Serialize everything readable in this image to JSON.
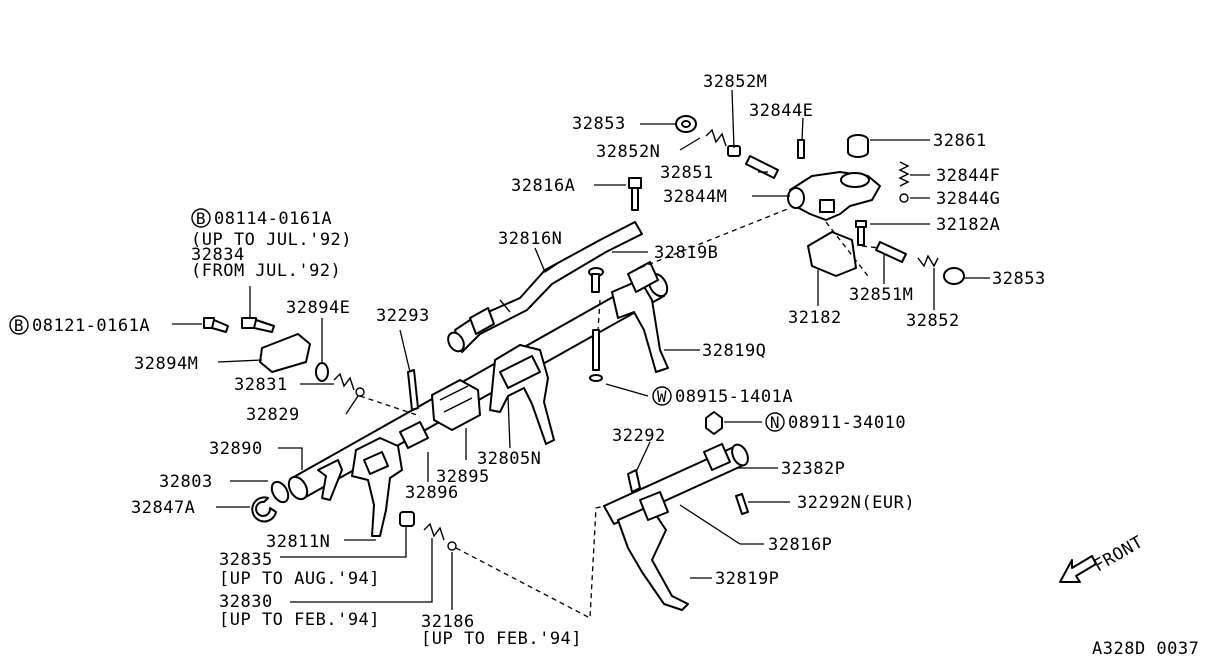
{
  "labels": {
    "p32852M": "32852M",
    "p32844E": "32844E",
    "p32853a": "32853",
    "p32861": "32861",
    "p32852N": "32852N",
    "p32844F": "32844F",
    "p32851": "32851",
    "p32816A": "32816A",
    "p32844M": "32844M",
    "p32844G": "32844G",
    "p32182A": "32182A",
    "p08114_code": "08114-0161A",
    "p08114_note": "(UP TO JUL.'92)",
    "p32834": "32834",
    "p32834_note": "(FROM JUL.'92)",
    "p32816N": "32816N",
    "p32819B": "32819B",
    "p32853b": "32853",
    "p32851M": "32851M",
    "p32182": "32182",
    "p32852": "32852",
    "p08121_code": "08121-0161A",
    "p32894E": "32894E",
    "p32293": "32293",
    "p32819Q": "32819Q",
    "p32894M": "32894M",
    "p32831": "32831",
    "p08915_code": "08915-1401A",
    "p32829": "32829",
    "p32292": "32292",
    "p08911_code": "08911-34010",
    "p32890": "32890",
    "p32805N": "32805N",
    "p32382P": "32382P",
    "p32803": "32803",
    "p32895": "32895",
    "p32847A": "32847A",
    "p32896": "32896",
    "p32292N": "32292N(EUR)",
    "p32811N": "32811N",
    "p32816P": "32816P",
    "p32835": "32835",
    "p32835_note": "[UP TO AUG.'94]",
    "p32819P": "32819P",
    "p32830": "32830",
    "p32830_note": "[UP TO FEB.'94]",
    "p32186": "32186",
    "p32186_note": "[UP TO FEB.'94]",
    "front": "FRONT",
    "diagram_code": "A328D 0037"
  },
  "badges": {
    "bolt_b": "B",
    "washer_w": "W",
    "nut_n": "N"
  }
}
